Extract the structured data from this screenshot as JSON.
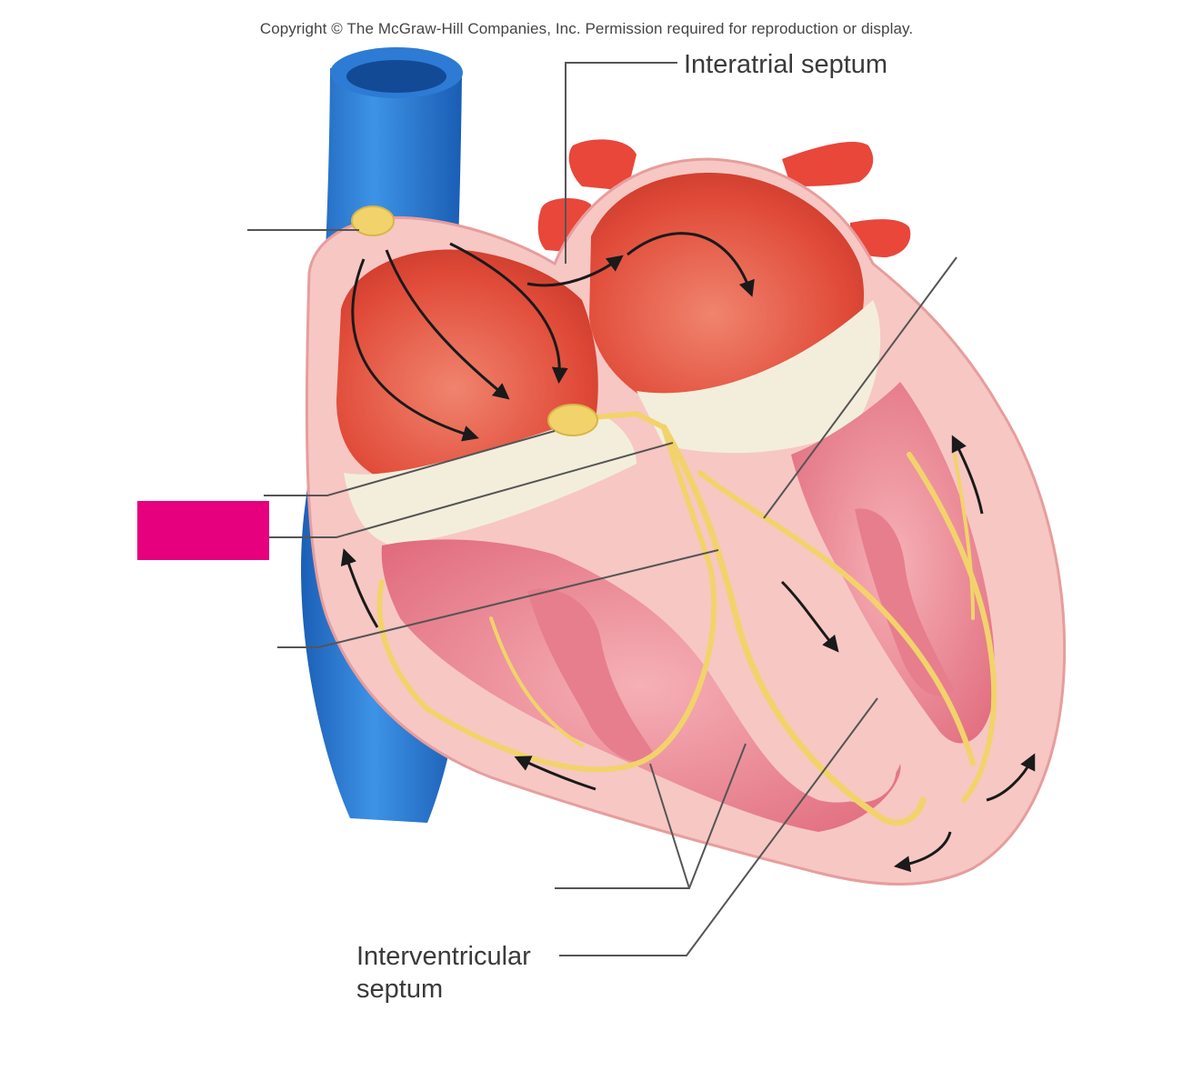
{
  "copyright": "Copyright © The McGraw-Hill Companies, Inc. Permission required for reproduction or display.",
  "labels": {
    "interatrial_septum": "Interatrial septum",
    "interventricular_septum_line1": "Interventricular",
    "interventricular_septum_line2": "septum"
  },
  "colors": {
    "vein_blue": "#2f7fd6",
    "heart_wall": "#f7c7c4",
    "atrium_red": "#e24d3c",
    "artery_red": "#e8473a",
    "ventricle_pink": "#ee8792",
    "conduction_yellow": "#f2d36b",
    "valve_cream": "#f3eedc",
    "leader_line": "#555555",
    "label_mask_magenta": "#e6007e"
  }
}
